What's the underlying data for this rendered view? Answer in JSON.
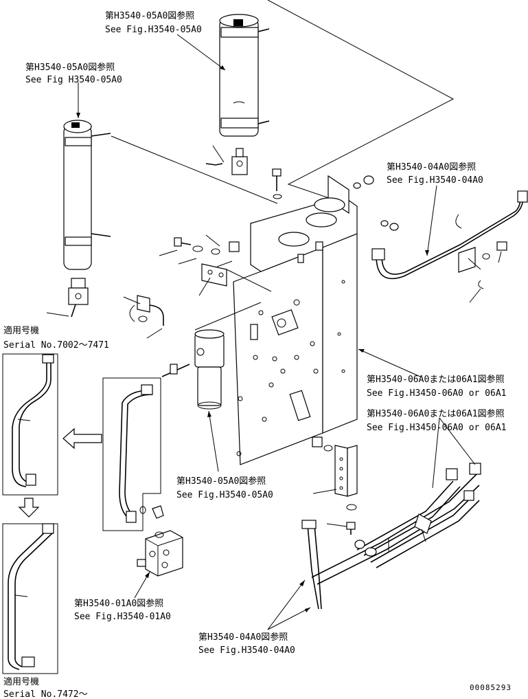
{
  "references": {
    "top_canister": {
      "jp": "第H3540-05A0図参照",
      "en": "See Fig.H3540-05A0"
    },
    "left_canister": {
      "jp": "第H3540-05A0図参照",
      "en": "See Fig H3540-05A0"
    },
    "right_pipe": {
      "jp": "第H3540-04A0図参照",
      "en": "See Fig.H3540-04A0"
    },
    "plate_ref_1": {
      "jp": "第H3540-06A0または06A1図参照",
      "en": "See Fig.H3450-06A0 or 06A1"
    },
    "plate_ref_2": {
      "jp": "第H3540-06A0または06A1図参照",
      "en": "See Fig.H3450-06A0 or 06A1"
    },
    "filter": {
      "jp": "第H3540-05A0図参照",
      "en": "See Fig.H3540-05A0"
    },
    "valve": {
      "jp": "第H3540-01A0図参照",
      "en": "See Fig.H3540-01A0"
    },
    "bottom_pipes": {
      "jp": "第H3540-04A0図参照",
      "en": "See Fig.H3540-04A0"
    }
  },
  "serial_top": {
    "jp": "適用号機",
    "en": "Serial No.7002～7471"
  },
  "serial_bottom": {
    "jp": "適用号機",
    "en": "Serial No.7472～"
  },
  "drawing_number": "00085293"
}
